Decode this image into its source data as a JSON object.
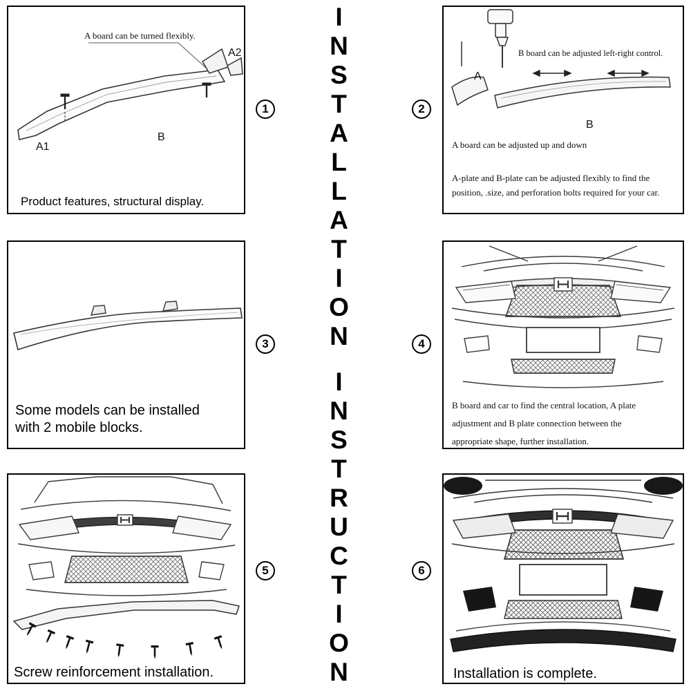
{
  "title": {
    "word1": "INSTALLATION",
    "word2": "INSTRUCTION"
  },
  "panels": {
    "p1": {
      "number": "1",
      "annotation": "A board can be turned flexibly.",
      "label_a1": "A1",
      "label_b": "B",
      "label_a2": "A2",
      "caption": "Product features, structural display."
    },
    "p2": {
      "number": "2",
      "annotation_b": "B board can be adjusted left-right control.",
      "label_a": "A",
      "label_b": "B",
      "annotation_a": "A board can be adjusted up and down",
      "caption": "A-plate and B-plate can be adjusted flexibly to find the position, .size, and perforation bolts required for your car."
    },
    "p3": {
      "number": "3",
      "caption": "Some models can be installed with 2 mobile blocks."
    },
    "p4": {
      "number": "4",
      "caption_lines": [
        "B board and car to find the central location, A plate",
        "adjustment and B plate connection between the",
        "appropriate shape, further installation."
      ]
    },
    "p5": {
      "number": "5",
      "caption": "Screw reinforcement installation."
    },
    "p6": {
      "number": "6",
      "caption": "Installation is complete."
    }
  }
}
